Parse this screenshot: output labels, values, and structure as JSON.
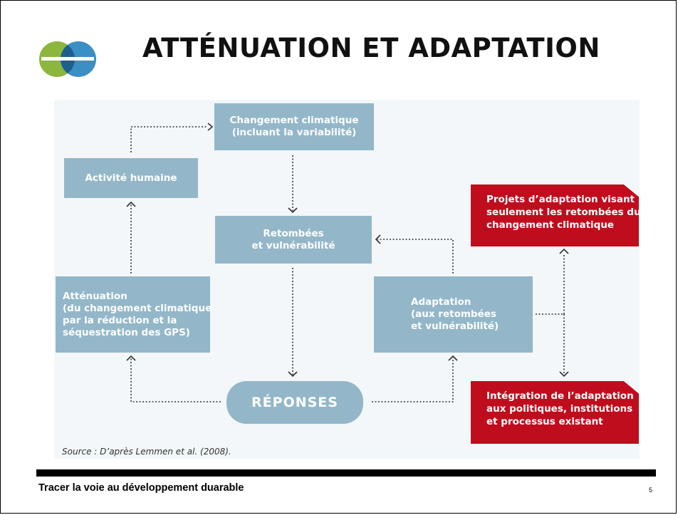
{
  "slide": {
    "title": "ATTÉNUATION ET ADAPTATION",
    "footer_text": "Tracer la voie au développement duarable",
    "page_number": "5"
  },
  "logo": {
    "name": "ee-logo",
    "colors": [
      "#8cb63c",
      "#3a8fc4",
      "#1d5f8e"
    ]
  },
  "diagram": {
    "boxes": {
      "changement": [
        "Changement climatique",
        "(incluant la variabilité)"
      ],
      "activite": [
        "Activité humaine"
      ],
      "retombees": [
        "Retombées",
        "et vulnérabilité"
      ],
      "attenuation": [
        "Atténuation",
        "(du changement climatique",
        "par la réduction et la",
        "séquestration des GPS)"
      ],
      "adaptation": [
        "Adaptation",
        "(aux retombées",
        "et vulnérabilité)"
      ],
      "reponses": "RÉPONSES"
    },
    "red_boxes": {
      "projets": [
        "Projets d’adaptation visant",
        "seulement les retombées du",
        "changement climatique"
      ],
      "integration": [
        "Intégration de l’adaptation",
        "aux politiques, institutions",
        "et processus existant"
      ]
    },
    "source": "Source : D’après Lemmen et al. (2008).",
    "colors": {
      "box": "#93b7c9",
      "red": "#c00d1e",
      "background": "#f3f7f9",
      "connector": "#333333"
    }
  }
}
